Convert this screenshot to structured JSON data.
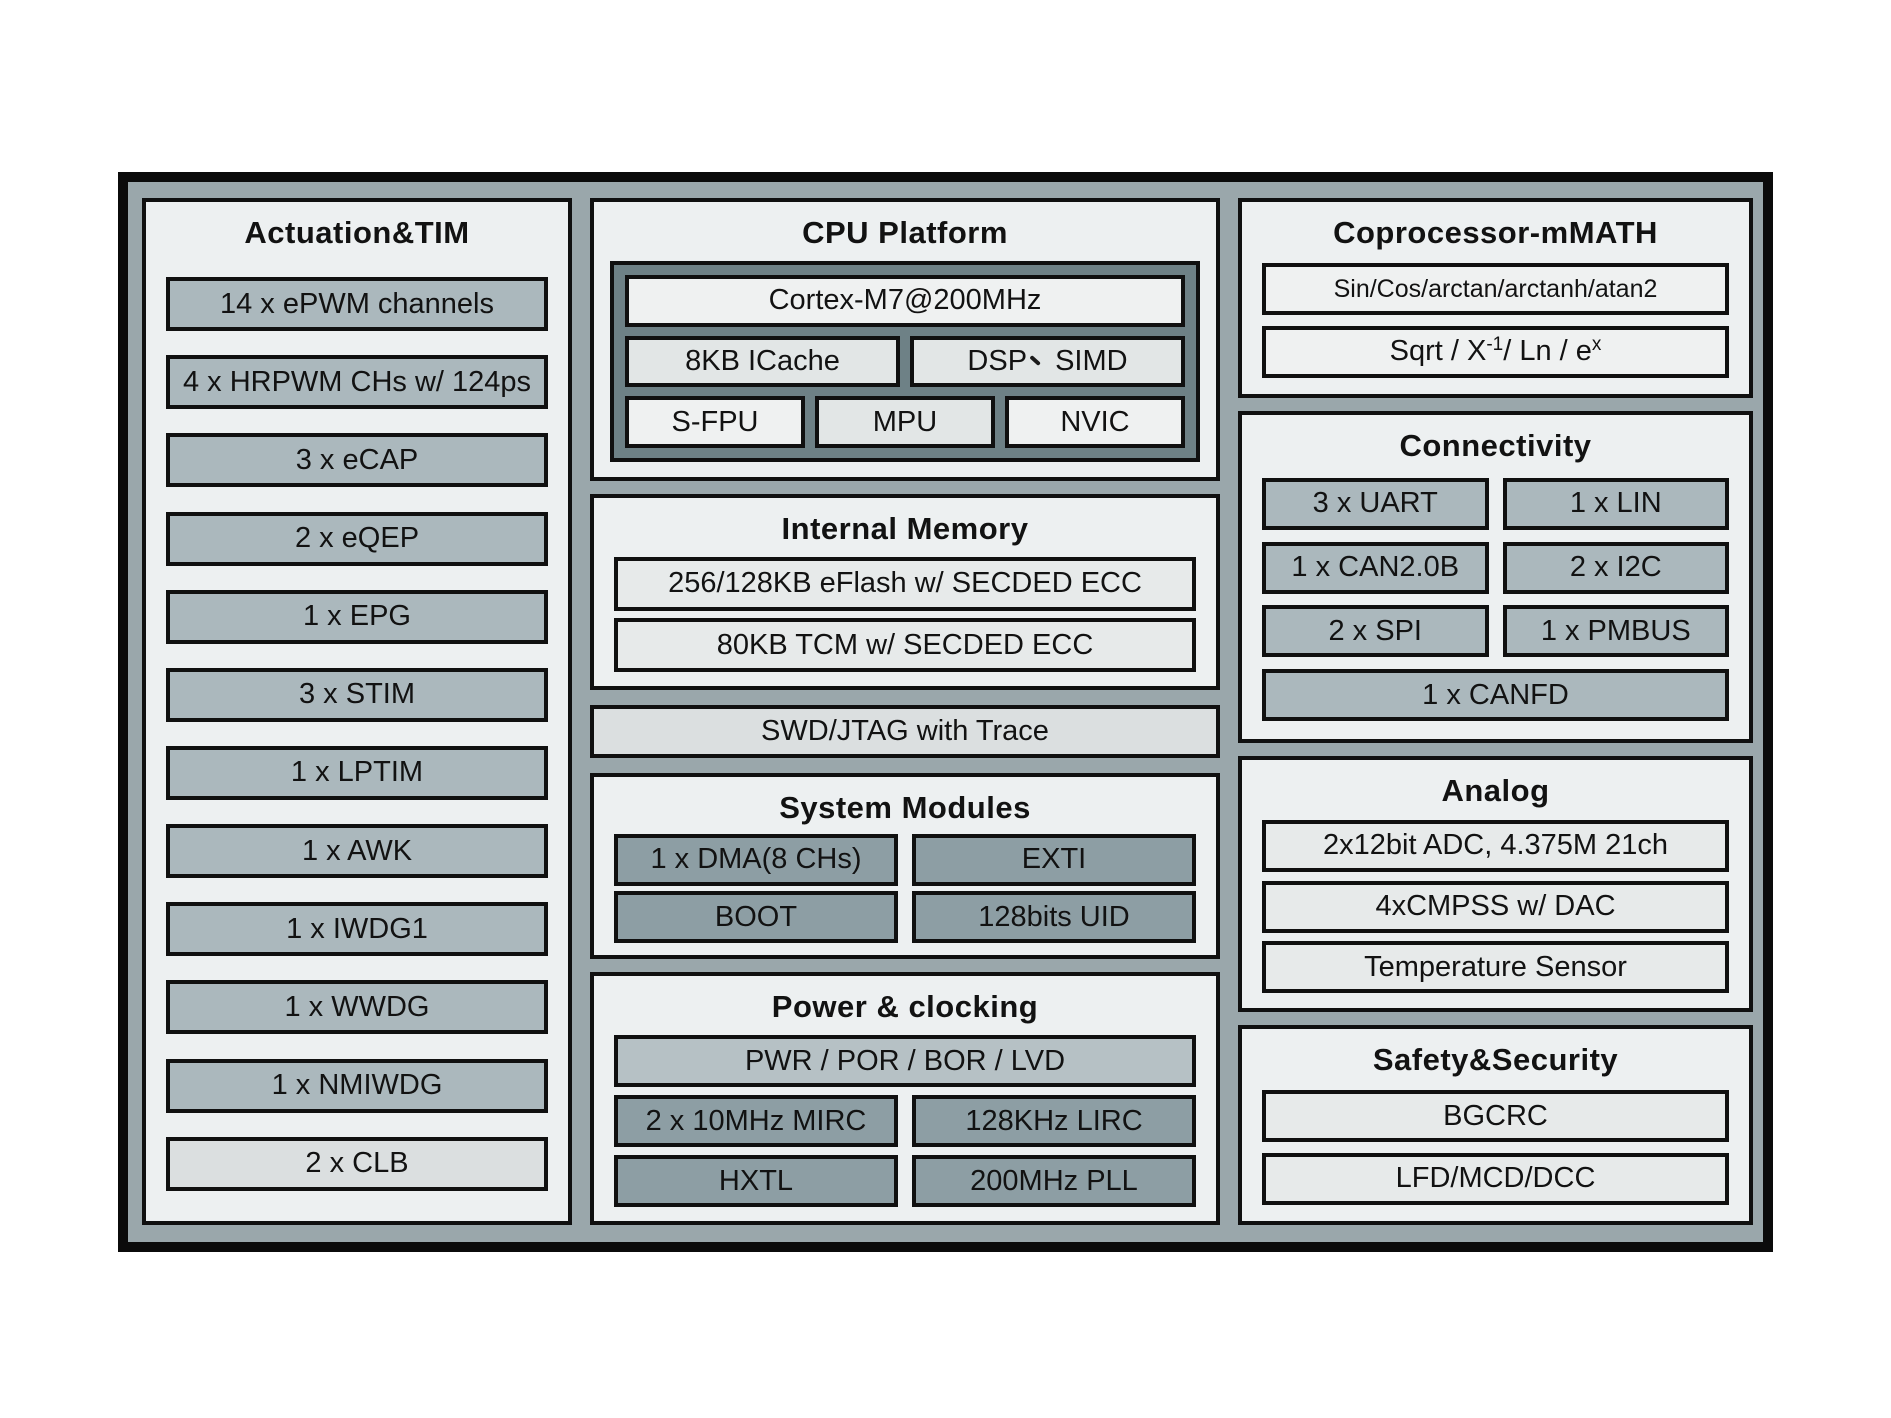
{
  "colors": {
    "frame_fill": "#9aa7ab",
    "panel_fill": "#edf0f1",
    "block_gray": "#abb8bd",
    "block_light": "#dbdfe0",
    "block_dark": "#8d9ea4",
    "block_power_rail": "#b6c1c5",
    "block_pale": "#e7eaea",
    "block_white": "#eff1f1",
    "cpu_cluster_fill": "#6e8186",
    "border": "#101010"
  },
  "actuation": {
    "title": "Actuation&TIM",
    "items": [
      "14 x ePWM channels",
      "4 x HRPWM CHs w/ 124ps",
      "3 x eCAP",
      "2 x eQEP",
      "1 x EPG",
      "3 x STIM",
      "1 x LPTIM",
      "1 x AWK",
      "1 x IWDG1",
      "1 x WWDG",
      "1 x NMIWDG",
      "2 x CLB"
    ]
  },
  "cpu": {
    "title": "CPU Platform",
    "core": "Cortex-M7@200MHz",
    "icache": "8KB ICache",
    "dsp_simd_label": "DSP、SIMD",
    "dsp_p1": "DSP",
    "dsp_p2": "SIMD",
    "sfpu": "S-FPU",
    "mpu": "MPU",
    "nvic": "NVIC"
  },
  "memory": {
    "title": "Internal Memory",
    "items": [
      "256/128KB eFlash w/ SECDED ECC",
      "80KB TCM w/ SECDED ECC"
    ]
  },
  "debug": {
    "label": "SWD/JTAG with Trace"
  },
  "system": {
    "title": "System Modules",
    "items": [
      "1 x DMA(8 CHs)",
      "EXTI",
      "BOOT",
      "128bits UID"
    ]
  },
  "power": {
    "title": "Power & clocking",
    "rail": "PWR / POR / BOR / LVD",
    "items": [
      "2 x 10MHz MIRC",
      "128KHz LIRC",
      "HXTL",
      "200MHz PLL"
    ]
  },
  "coprocessor": {
    "title": "Coprocessor-mMATH",
    "trig": "Sin/Cos/arctan/arctanh/atan2",
    "sqrt": {
      "label": "Sqrt / X⁻¹ / Ln / eˣ",
      "p1": "Sqrt / X",
      "s1": "-1",
      "p2": " / Ln / e",
      "s2": "x"
    }
  },
  "connectivity": {
    "title": "Connectivity",
    "grid": [
      "3 x UART",
      "1 x LIN",
      "1 x CAN2.0B",
      "2 x I2C",
      "2 x SPI",
      "1 x PMBUS"
    ],
    "wide": "1 x CANFD"
  },
  "analog": {
    "title": "Analog",
    "items": [
      "2x12bit ADC, 4.375M 21ch",
      "4xCMPSS w/ DAC",
      "Temperature Sensor"
    ]
  },
  "safety": {
    "title": "Safety&Security",
    "items": [
      "BGCRC",
      "LFD/MCD/DCC"
    ]
  }
}
